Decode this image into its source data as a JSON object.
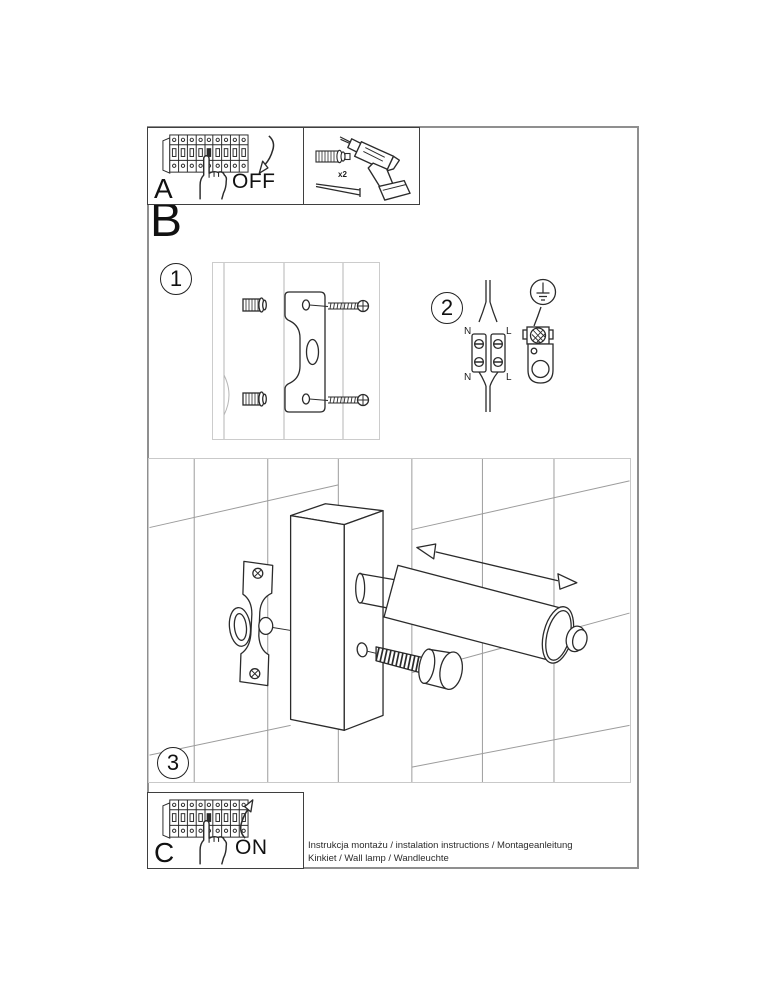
{
  "colors": {
    "ink": "#2b2b2b",
    "frame_gray": "#8f8f8f",
    "guide_gray": "#9c9c9c",
    "box_gray": "#c9c9c9"
  },
  "panel_a": {
    "label": "A",
    "state": "OFF"
  },
  "tools_panel": {
    "quantity": "x2"
  },
  "section_b": {
    "label": "B"
  },
  "steps": {
    "one": "1",
    "two": "2",
    "three": "3"
  },
  "wiring": {
    "n_top": "N",
    "l_top": "L",
    "n_bottom": "N",
    "l_bottom": "L"
  },
  "panel_c": {
    "label": "C",
    "state": "ON"
  },
  "footer": {
    "line1": "Instrukcja montażu / instalation instructions / Montageanleitung",
    "line2": "Kinkiet / Wall lamp / Wandleuchte"
  },
  "icons": {
    "breaker": "circuit-breaker-strip",
    "hand": "pointing-hand",
    "arrow_off": "curved-arrow-down",
    "arrow_on": "curved-arrow-up",
    "drill": "power-drill",
    "wall_plug": "wall-plug",
    "screw": "mounting-screw",
    "earth": "earth-ground-symbol",
    "terminal_block": "terminal-block",
    "ground_clamp": "ground-clamp",
    "bracket": "mounting-bracket",
    "lamp_body": "lamp-body",
    "lamp_tube": "lamp-tube",
    "direction_arrow": "double-headed-arrow",
    "thumb_screw": "knurled-screw"
  }
}
